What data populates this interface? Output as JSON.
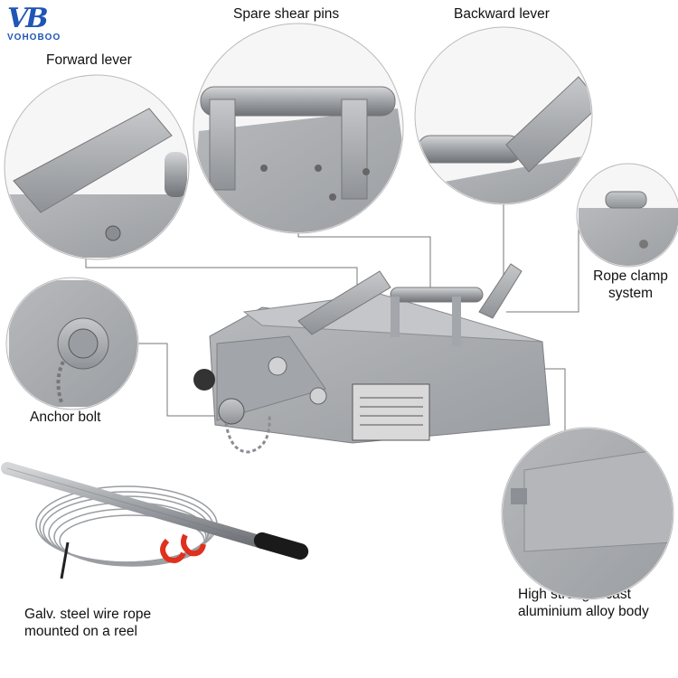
{
  "brand": {
    "mark": "VB",
    "name": "VOHOBOO"
  },
  "labels": {
    "forward_lever": "Forward lever",
    "spare_shear_pins": "Spare shear pins",
    "backward_lever": "Backward lever",
    "rope_clamp_line1": "Rope clamp",
    "rope_clamp_line2": "system",
    "anchor_bolt": "Anchor bolt",
    "wire_rope_line1": "Galv. steel wire rope",
    "wire_rope_line2": "mounted on a reel",
    "body_line1": "High strength cast",
    "body_line2": "aluminium alloy body"
  },
  "colors": {
    "metal": "#a9abae",
    "metal_dark": "#8d9094",
    "handle": "#1a1a1a",
    "hook": "#e0301e",
    "brand": "#1f55b6"
  }
}
